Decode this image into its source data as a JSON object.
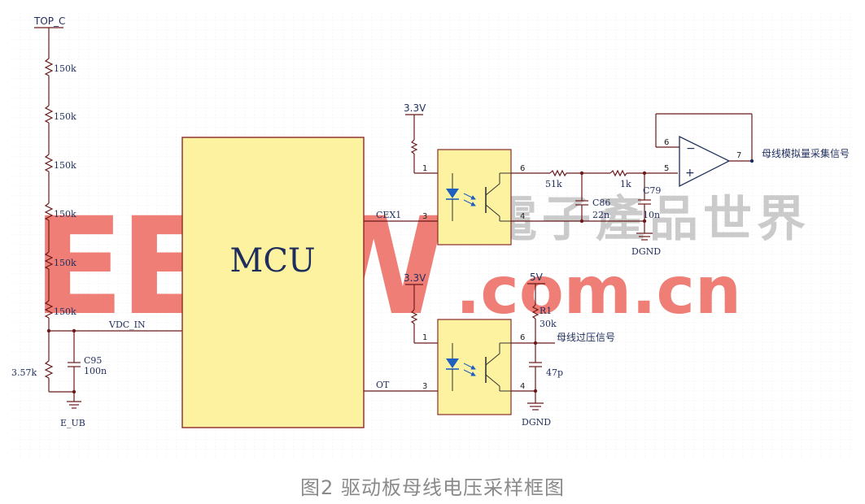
{
  "caption": "图2 驱动板母线电压采样框图",
  "watermark": {
    "logo_text": "EEPW",
    "site_text": ".com.cn",
    "cn_text": "電子產品世界"
  },
  "divider": {
    "top_net": "TOP_C",
    "resistors": [
      "150k",
      "150k",
      "150k",
      "150k",
      "150k",
      "150k"
    ],
    "bottom_resistor": "3.57k",
    "cap_name": "C95",
    "cap_value": "100n",
    "ground_net": "E_UB",
    "tap_net": "VDC_IN"
  },
  "mcu": {
    "label": "MCU",
    "net_cex": "CEX1",
    "net_ot": "OT"
  },
  "opto1": {
    "supply": "3.3V",
    "pin1": "1",
    "pin3": "3",
    "pin6": "6",
    "pin4": "4",
    "r_series": "51k",
    "r_second": "1k",
    "cap1_name": "C86",
    "cap1_value": "22n",
    "cap2_name": "C79",
    "cap2_value": "10n",
    "ground": "DGND"
  },
  "opamp": {
    "pin6": "6",
    "pin5": "5",
    "pin7": "7",
    "minus": "−",
    "plus": "+",
    "output_label": "母线模拟量采集信号"
  },
  "opto2": {
    "supply": "3.3V",
    "pin1": "1",
    "pin3": "3",
    "pin6": "6",
    "pin4": "4",
    "pullup_supply": "5V",
    "r_name": "R1",
    "r_value": "30k",
    "cap_value": "47p",
    "ground": "DGND",
    "output_label": "母线过压信号"
  },
  "colors": {
    "wire": "#6b1a1a",
    "box_fill": "#fdf2a0",
    "box_stroke": "#8b2a2a",
    "label": "#1f2d5c",
    "led": "#1f5fbf",
    "watermark_red": "#e8463a"
  }
}
